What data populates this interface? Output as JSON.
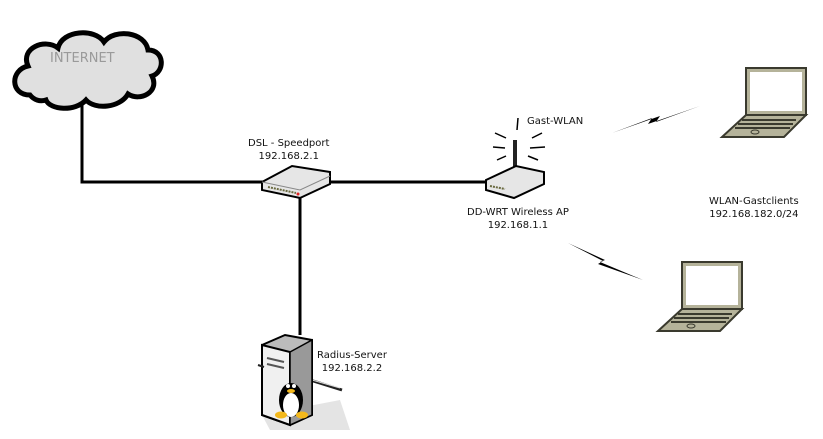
{
  "diagram": {
    "nodes": {
      "internet": {
        "label": "INTERNET"
      },
      "dsl": {
        "name": "DSL - Speedport",
        "ip": "192.168.2.1"
      },
      "ap": {
        "name": "DD-WRT Wireless AP",
        "ip": "192.168.1.1",
        "ssid": "Gast-WLAN"
      },
      "radius": {
        "name": "Radius-Server",
        "ip": "192.168.2.2"
      },
      "clients": {
        "name": "WLAN-Gastclients",
        "subnet": "192.168.182.0/24"
      }
    },
    "links": [
      {
        "from": "internet",
        "to": "dsl",
        "type": "wired"
      },
      {
        "from": "dsl",
        "to": "ap",
        "type": "wired"
      },
      {
        "from": "dsl",
        "to": "radius",
        "type": "wired"
      },
      {
        "from": "ap",
        "to": "clients",
        "type": "wireless"
      },
      {
        "from": "ap",
        "to": "clients",
        "type": "wireless"
      }
    ],
    "colors": {
      "cloud_fill": "#e0e0e0",
      "laptop_body": "#b5b39a",
      "laptop_outline": "#3a3a2e",
      "device_fill": "#e6e6e6",
      "tux_beak": "#f3b81b"
    }
  }
}
